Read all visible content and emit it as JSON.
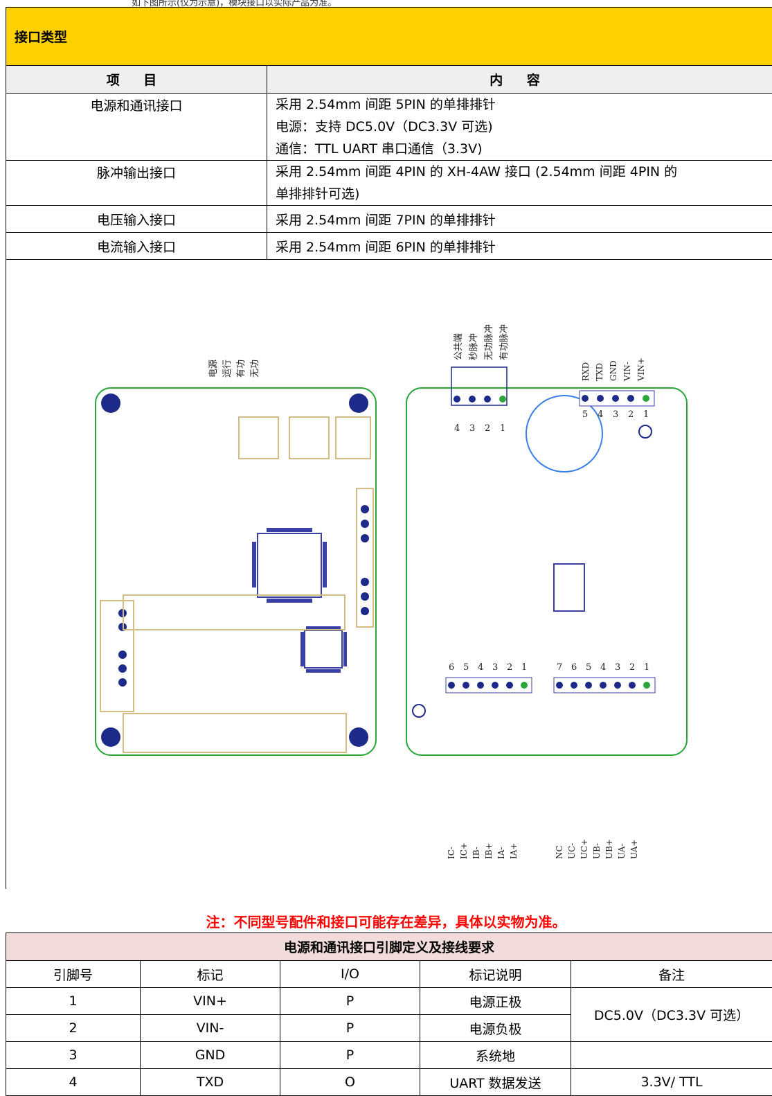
{
  "top_fragment": "如下图所示(仅为示意)，模块接口以实际产品为准。",
  "section": {
    "title": "接口类型",
    "col_item": "项 目",
    "col_content": "内 容",
    "rows": [
      {
        "item": "电源和通讯接口",
        "lines": [
          "采用 2.54mm 间距 5PIN 的单排排针",
          "电源：支持 DC5.0V（DC3.3V 可选)",
          "通信：TTL UART 串口通信（3.3V)"
        ]
      },
      {
        "item": "脉冲输出接口",
        "lines": [
          "采用 2.54mm 间距 4PIN 的 XH-4AW 接口 (2.54mm 间距 4PIN 的",
          "单排排针可选)"
        ]
      },
      {
        "item": "电压输入接口",
        "lines": [
          "采用 2.54mm 间距 7PIN 的单排排针"
        ]
      },
      {
        "item": "电流输入接口",
        "lines": [
          "采用 2.54mm 间距 6PIN 的单排排针"
        ]
      }
    ]
  },
  "diagram": {
    "left_top_labels": [
      "电源",
      "运行",
      "有功",
      "无功"
    ],
    "pulse_labels": [
      "公共端",
      "秒脉冲",
      "无功脉冲",
      "有功脉冲"
    ],
    "pulse_pins": [
      "4",
      "3",
      "2",
      "1"
    ],
    "power_labels": [
      "RXD",
      "TXD",
      "GND",
      "VIN-",
      "VIN+"
    ],
    "power_pins": [
      "5",
      "4",
      "3",
      "2",
      "1"
    ],
    "current_pins": [
      "6",
      "5",
      "4",
      "3",
      "2",
      "1"
    ],
    "current_labels": [
      "IC-",
      "IC+",
      "IB-",
      "IB+",
      "IA-",
      "IA+"
    ],
    "voltage_pins": [
      "7",
      "6",
      "5",
      "4",
      "3",
      "2",
      "1"
    ],
    "voltage_labels": [
      "NC",
      "UC-",
      "UC+",
      "UB-",
      "UB+",
      "UA-",
      "UA+"
    ],
    "board_color": "#1a9c2e",
    "copper_color": "#D2BE82",
    "pad_color": "#3A3FA8"
  },
  "note": "注：不同型号配件和接口可能存在差异，具体以实物为准。",
  "pin_table": {
    "title": "电源和通讯接口引脚定义及接线要求",
    "headers": [
      "引脚号",
      "标记",
      "I/O",
      "标记说明",
      "备注"
    ],
    "rows": [
      [
        "1",
        "VIN+",
        "P",
        "电源正极",
        "DC5.0V（DC3.3V 可选）"
      ],
      [
        "2",
        "VIN-",
        "P",
        "电源负极",
        ""
      ],
      [
        "3",
        "GND",
        "P",
        "系统地",
        ""
      ],
      [
        "4",
        "TXD",
        "O",
        "UART 数据发送",
        "3.3V/ TTL"
      ]
    ]
  }
}
